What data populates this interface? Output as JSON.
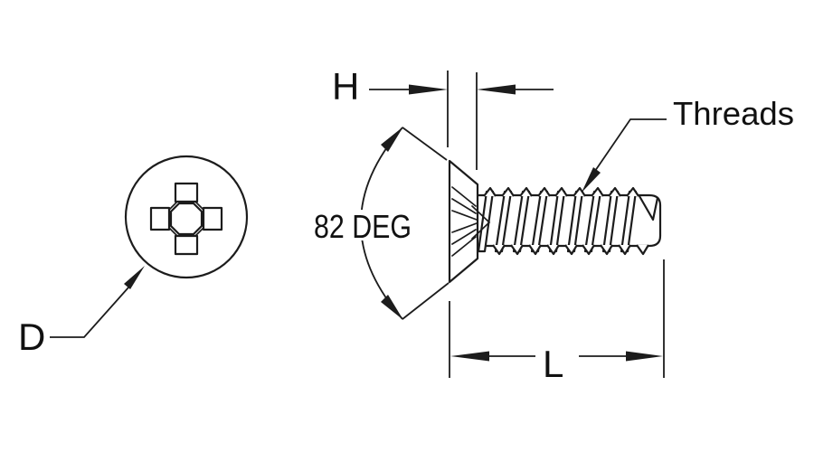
{
  "figure": {
    "description": "Technical line drawing of a flat countersunk head Phillips screw: head-on view (left) and side view with threads (right)",
    "background_color": "#ffffff",
    "line_color": "#1c1c1c",
    "text_color": "#111111"
  },
  "labels": {
    "diameter": "D",
    "head_height": "H",
    "countersink_angle": "82 DEG",
    "threads": "Threads",
    "length": "L"
  }
}
